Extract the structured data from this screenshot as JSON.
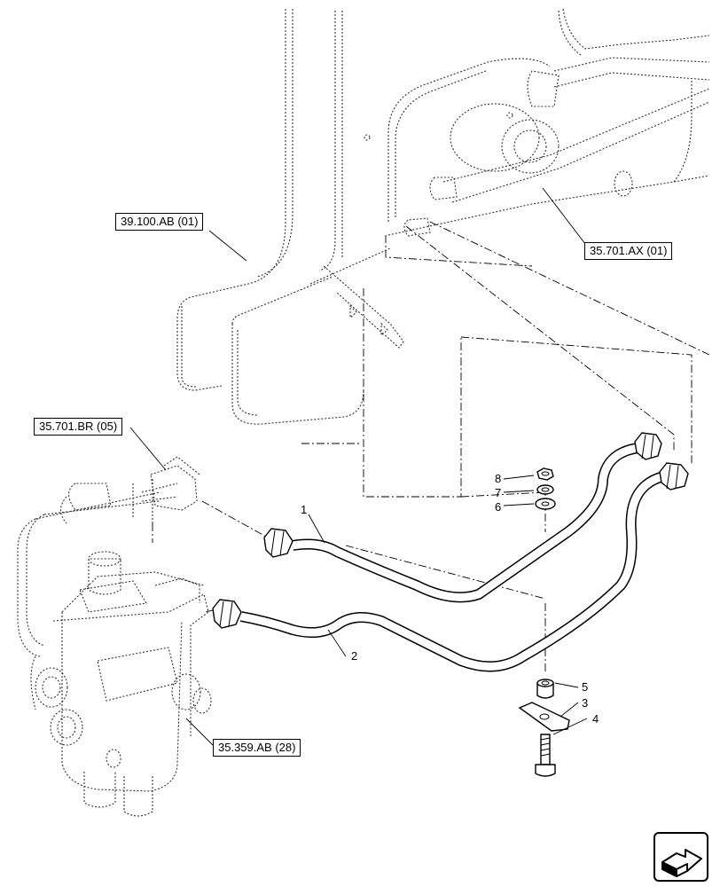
{
  "references": {
    "frame": "39.100.AB (01)",
    "hose_rear": "35.701.AX (01)",
    "adapter": "35.701.BR (05)",
    "valve": "35.359.AB (28)"
  },
  "callouts": {
    "tube_1": "1",
    "tube_2": "2",
    "clamp": "3",
    "bolt": "4",
    "spacer": "5",
    "washer_6": "6",
    "washer_7": "7",
    "nut_8": "8"
  },
  "navigation": {
    "icon": "next-page-arrow-icon"
  }
}
